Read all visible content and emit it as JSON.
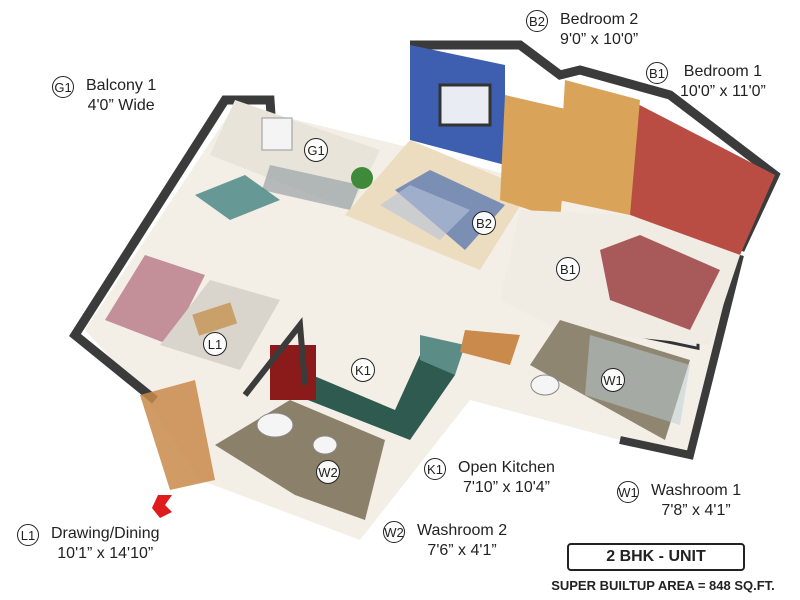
{
  "legend": {
    "g1": {
      "code": "G1",
      "name": "Balcony 1",
      "dims": "4'0” Wide"
    },
    "b2": {
      "code": "B2",
      "name": "Bedroom 2",
      "dims": "9'0” x 10'0”"
    },
    "b1": {
      "code": "B1",
      "name": "Bedroom 1",
      "dims": "10'0” x 11'0”"
    },
    "k1": {
      "code": "K1",
      "name": "Open Kitchen",
      "dims": "7'10” x 10'4”"
    },
    "w1": {
      "code": "W1",
      "name": "Washroom 1",
      "dims": "7'8” x 4'1”"
    },
    "w2": {
      "code": "W2",
      "name": "Washroom 2",
      "dims": "7'6” x 4'1”"
    },
    "l1": {
      "code": "L1",
      "name": "Drawing/Dining",
      "dims": "10'1” x 14'10”"
    }
  },
  "markers": {
    "g1": "G1",
    "b2": "B2",
    "b1": "B1",
    "l1": "L1",
    "k1": "K1",
    "w1": "W1",
    "w2": "W2"
  },
  "unit_label": "2 BHK - UNIT",
  "area_label": "SUPER BUILTUP AREA = 848 SQ.FT.",
  "colors": {
    "bedroom2_wall": "#3e5fb0",
    "bedroom1_wall": "#b94d44",
    "wall": "#3b3b3b",
    "floor": "#f3efe6",
    "wardrobe": "#d9a45a",
    "entry_arrow": "#e01b1b"
  }
}
